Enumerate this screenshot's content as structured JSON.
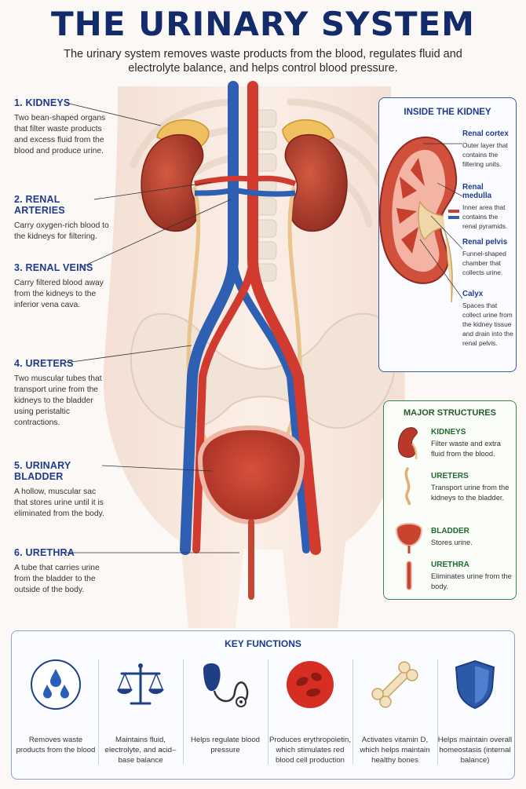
{
  "title": "THE URINARY SYSTEM",
  "subtitle": "The urinary system removes waste products from the blood, regulates fluid and electrolyte balance, and helps control blood pressure.",
  "labels": [
    {
      "title": "1.  KIDNEYS",
      "desc": "Two bean-shaped organs that filter waste products and excess fluid from the blood and produce urine."
    },
    {
      "title": "2.  RENAL ARTERIES",
      "desc": "Carry oxygen-rich blood to the kidneys for filtering."
    },
    {
      "title": "3.  RENAL VEINS",
      "desc": "Carry filtered blood away from the kidneys to the inferior vena cava."
    },
    {
      "title": "4.  URETERS",
      "desc": "Two muscular tubes that transport urine from the kidneys to the bladder using peristaltic contractions."
    },
    {
      "title": "5.  URINARY BLADDER",
      "desc": "A hollow, muscular sac that stores urine until it is eliminated from the body."
    },
    {
      "title": "6.  URETHRA",
      "desc": "A tube that carries urine from the bladder to the outside of the body."
    }
  ],
  "inside_kidney": {
    "title": "INSIDE THE KIDNEY",
    "items": [
      {
        "title": "Renal cortex",
        "desc": "Outer layer that contains the filtering units."
      },
      {
        "title": "Renal medulla",
        "desc": "Inner area that contains the renal pyramids."
      },
      {
        "title": "Renal pelvis",
        "desc": "Funnel-shaped chamber that collects urine."
      },
      {
        "title": "Calyx",
        "desc": "Spaces that collect urine from the kidney tissue and drain into the renal pelvis."
      }
    ]
  },
  "major_structures": {
    "title": "MAJOR STRUCTURES",
    "items": [
      {
        "title": "KIDNEYS",
        "desc": "Filter waste and extra fluid from the blood.",
        "icon": "kidney-icon"
      },
      {
        "title": "URETERS",
        "desc": "Transport urine from the kidneys to the bladder.",
        "icon": "ureter-icon"
      },
      {
        "title": "BLADDER",
        "desc": "Stores urine.",
        "icon": "bladder-icon"
      },
      {
        "title": "URETHRA",
        "desc": "Eliminates urine from the body.",
        "icon": "urethra-icon"
      }
    ]
  },
  "key_functions": {
    "title": "KEY FUNCTIONS",
    "items": [
      {
        "text": "Removes waste products from the blood",
        "icon": "water-drops-icon"
      },
      {
        "text": "Maintains fluid, electrolyte, and acid–base balance",
        "icon": "balance-scale-icon"
      },
      {
        "text": "Helps regulate blood pressure",
        "icon": "blood-pressure-cuff-icon"
      },
      {
        "text": "Produces erythropoietin, which stimulates red blood cell production",
        "icon": "red-blood-cells-icon"
      },
      {
        "text": "Activates vitamin D, which helps maintain healthy bones",
        "icon": "bone-icon"
      },
      {
        "text": "Helps maintain overall homeostasis (internal balance)",
        "icon": "shield-icon"
      }
    ]
  },
  "colors": {
    "title": "#132a6b",
    "label": "#1d3c8f",
    "artery": "#d13a2e",
    "vein": "#2f5fb3",
    "kidney": "#b8382a",
    "ureter": "#e9c48c",
    "green": "#245c2e"
  }
}
